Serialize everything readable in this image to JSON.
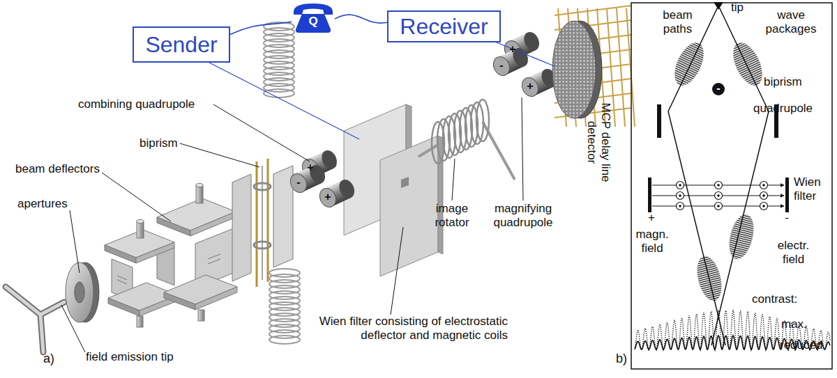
{
  "diagram": {
    "nodes": [
      {
        "text": [
          "Sender"
        ]
      },
      {
        "text": [
          "Q"
        ]
      },
      {
        "text": [
          "Receiver"
        ]
      }
    ],
    "edges": [
      {
        "from": 0,
        "to": 1,
        "arrow": "none"
      },
      {
        "from": 1,
        "to": 2,
        "arrow": "none"
      }
    ],
    "labels": [
      "combining quadrupole",
      "biprism",
      "beam deflectors",
      "apertures",
      "field emission tip",
      "a)",
      "Wien filter consisting of electrostatic deflector and magnetic coils",
      "image rotator",
      "magnifying quadrupole",
      "MCP delay line detector",
      "+",
      "-",
      "+",
      "+",
      "-",
      "+",
      "tip",
      "beam paths",
      "wave packages",
      "biprism",
      "-",
      "quadrupole",
      "Wien filter",
      "+",
      "-",
      "magn. field",
      "electr. field",
      "contrast:",
      "max.",
      "reduced",
      "b)"
    ]
  }
}
